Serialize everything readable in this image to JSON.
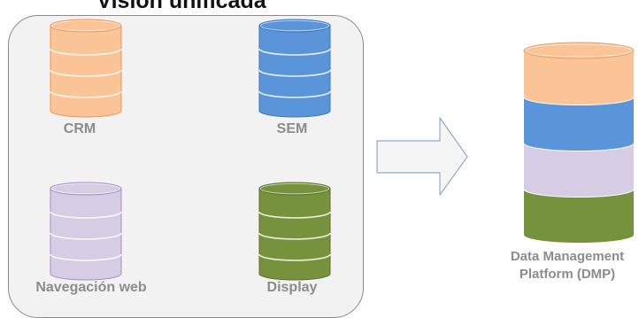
{
  "header": {
    "title": "Visión unificada"
  },
  "sources": [
    {
      "label": "CRM",
      "color": "#fbc497",
      "stroke": "#e4975a"
    },
    {
      "label": "SEM",
      "color": "#5b95d9",
      "stroke": "#3d73b8"
    },
    {
      "label": "Navegación web",
      "color": "#d6cce4",
      "stroke": "#a38fc2"
    },
    {
      "label": "Display",
      "color": "#76923c",
      "stroke": "#59722b"
    }
  ],
  "dmp": {
    "label_line1": "Data Management",
    "label_line2": "Platform (DMP)",
    "layers": [
      "#fbc497",
      "#5b95d9",
      "#d6cce4",
      "#76923c"
    ]
  }
}
